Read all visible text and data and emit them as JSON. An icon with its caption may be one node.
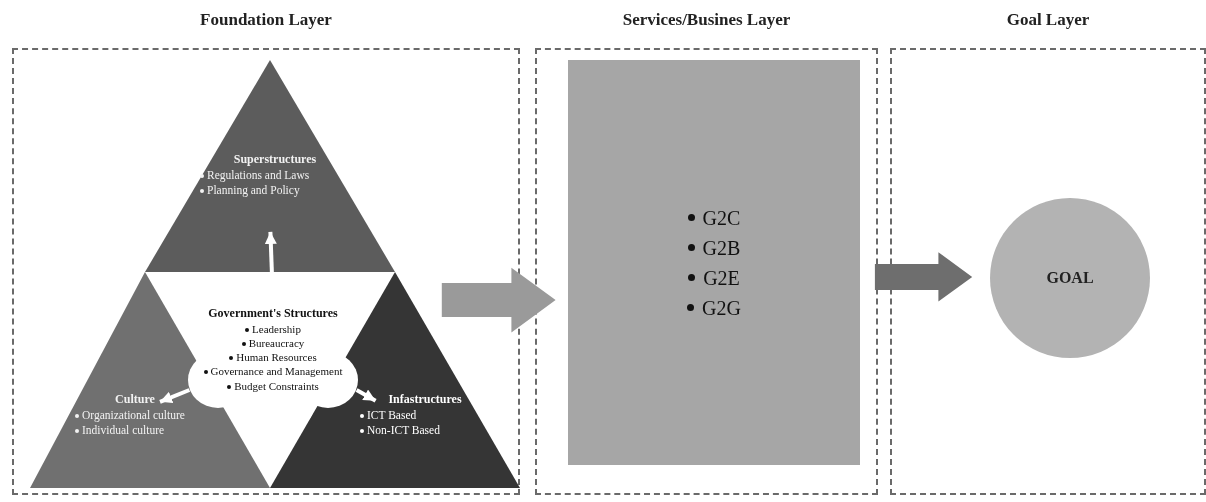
{
  "diagram": {
    "nodes": [
      {
        "text": [
          "Foundation Layer"
        ]
      },
      {
        "text": [
          "Superstructures",
          "Regulations and Laws",
          "Planning and Policy"
        ],
        "in": 0
      },
      {
        "text": [
          "Culture",
          "Organizational culture",
          "Individual culture"
        ],
        "in": 0
      },
      {
        "text": [
          "Infastructures",
          "ICT Based",
          "Non-ICT Based"
        ],
        "in": 0
      },
      {
        "text": [
          "Government's Structures",
          "Leadership",
          "Bureaucracy",
          "Human Resources",
          "Governance and Management",
          "Budget Constraints"
        ],
        "in": 0
      },
      {
        "text": [
          "Services/Busines Layer"
        ]
      },
      {
        "text": [
          "G2C",
          "G2B",
          "G2E",
          "G2G"
        ],
        "in": 5
      },
      {
        "text": [
          "Goal Layer"
        ]
      },
      {
        "text": [
          "GOAL"
        ],
        "in": 7
      }
    ],
    "edges": [
      {
        "from": 4,
        "to": 1,
        "arrow": "to"
      },
      {
        "from": 4,
        "to": 2,
        "arrow": "to"
      },
      {
        "from": 4,
        "to": 3,
        "arrow": "to"
      },
      {
        "from": 0,
        "to": 5,
        "arrow": "to",
        "style": "thick",
        "color": "#9a9a9a"
      },
      {
        "from": 5,
        "to": 7,
        "arrow": "to",
        "style": "thick",
        "color": "#6e6e6e"
      }
    ]
  }
}
